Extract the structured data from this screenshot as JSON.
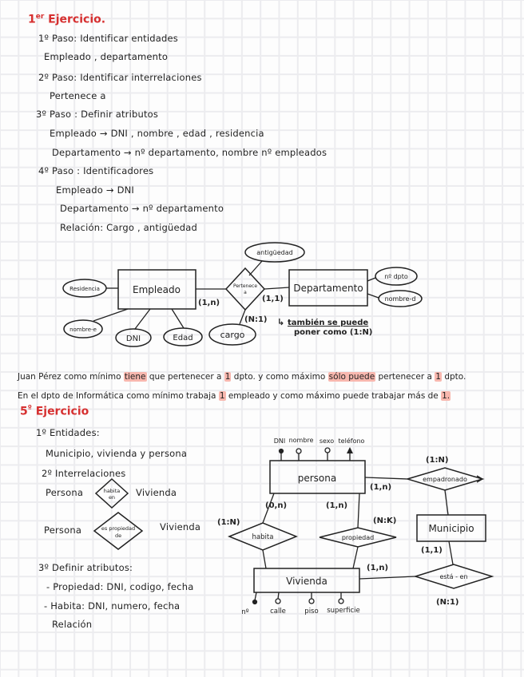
{
  "colors": {
    "red": "#d63030",
    "ink": "#222222",
    "highlight": "#f8b7ae",
    "grid": "#ececef",
    "paper": "#fdfdfd"
  },
  "ex1": {
    "title": {
      "num": "1",
      "sup": "er",
      "rest": " Ejercicio."
    },
    "lines": [
      "1º Paso: Identificar entidades",
      "Empleado , departamento",
      "2º Paso: Identificar interrelaciones",
      "Pertenece a",
      "3º Paso : Definir atributos",
      "Empleado → DNI , nombre , edad , residencia",
      "Departamento → nº departamento, nombre nº empleados",
      "4º Paso : Identificadores",
      "Empleado → DNI",
      "Departamento → nº departamento",
      "Relación: Cargo , antigüedad"
    ],
    "diagram": {
      "entity_left": "Empleado",
      "entity_right": "Departamento",
      "relation_line1": "Pertenece",
      "relation_line2": "a",
      "attr_residencia": "Residencia",
      "attr_nombre_e": "nombre-e",
      "attr_dni": "DNI",
      "attr_edad": "Edad",
      "attr_cargo": "cargo",
      "attr_antiguedad": "antigüedad",
      "attr_ndpto": "nº dpto",
      "attr_nombre_d": "nombre-d",
      "card_left": "(1,n)",
      "card_right": "(1,1)",
      "card_type": "(N:1)",
      "note_mark": "↳",
      "note_line1": "también se puede",
      "note_line2": "poner como (1:N)"
    }
  },
  "paragraph": {
    "l1": {
      "s0": "Juan Pérez como mínimo ",
      "h0": "tiene",
      "s1": " que pertenecer a ",
      "h1": "1",
      "s2": " dpto. y como máximo ",
      "h2": "sólo puede",
      "s3": " pertenecer a ",
      "h3": "1",
      "s4": " dpto."
    },
    "l2": {
      "s0": "En el dpto de Informática como mínimo trabaja ",
      "h0": "1",
      "s1": " empleado y como máximo puede trabajar más de ",
      "h1": "1."
    }
  },
  "ex5": {
    "title": {
      "num": "5",
      "sup": "º",
      "rest": " Ejercicio"
    },
    "lines": {
      "entidades": "1º Entidades:",
      "entlist": "Municipio, vivienda y persona",
      "inter": "2º Interrelaciones",
      "rel1_left": "Persona",
      "rel1_d1": "habita",
      "rel1_d2": "en",
      "rel1_right": "Vivienda",
      "rel2_left": "Persona",
      "rel2_d1": "es propiedad",
      "rel2_d2": "de",
      "rel2_right": "Vivienda",
      "atributos": "3º Definir atributos:",
      "prop": "- Propiedad: DNI, codigo, fecha",
      "hab": "- Habita: DNI, numero, fecha",
      "rel": "Relación"
    },
    "diagram": {
      "persona": "persona",
      "municipio": "Municipio",
      "vivienda": "Vivienda",
      "d_empadronado": "empadronado",
      "d_habita": "habita",
      "d_propiedad": "propiedad",
      "d_esta_en": "está - en",
      "a_dni": "DNI",
      "a_nombre": "nombre",
      "a_sexo": "sexo",
      "a_telefono": "teléfono",
      "a_n": "nº",
      "a_calle": "calle",
      "a_piso": "piso",
      "a_superficie": "superficie",
      "c_1N_emp": "(1:N)",
      "c_1n_persona": "(1,n)",
      "c_0n": "(0,n)",
      "c_1n_prop": "(1,n)",
      "c_1N_hab": "(1:N)",
      "c_NK": "(N:K)",
      "c_11": "(1,1)",
      "c_1n_viv": "(1,n)",
      "c_N1": "(N:1)"
    }
  }
}
